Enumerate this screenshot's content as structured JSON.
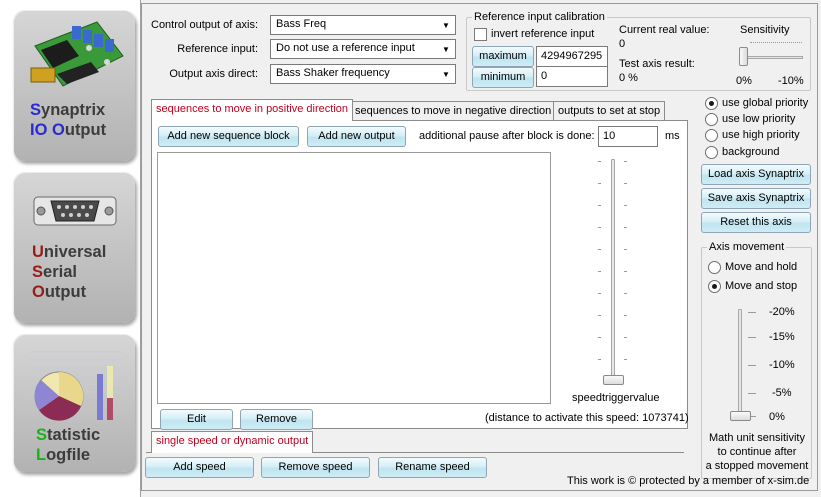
{
  "nav": {
    "synaptrix": {
      "l1_initial": "S",
      "l1_rest": "ynaptrix",
      "l2_initial": "IO",
      "l2_mid": " ",
      "l2_initial2": "O",
      "l2_rest": "utput"
    },
    "serial": {
      "l1_initial": "U",
      "l1_rest": "niversal",
      "l2_initial": "S",
      "l2_rest": "erial",
      "l3_initial": "O",
      "l3_rest": "utput"
    },
    "logfile": {
      "l1_initial": "S",
      "l1_rest": "tatistic",
      "l2_initial": "L",
      "l2_rest": "ogfile"
    }
  },
  "axis": {
    "control_label": "Control output of axis:",
    "control_value": "Bass Freq",
    "reference_label": "Reference input:",
    "reference_value": "Do not use a reference input",
    "direct_label": "Output axis direct:",
    "direct_value": "Bass Shaker frequency"
  },
  "calibration": {
    "title": "Reference input calibration",
    "invert_label": "invert reference input",
    "maximum_button": "maximum",
    "maximum_value": "4294967295",
    "minimum_button": "minimum",
    "minimum_value": "0",
    "current_label": "Current real value:",
    "current_value": "0",
    "test_label": "Test axis result:",
    "test_value": "0 %",
    "sensitivity_label": "Sensitivity",
    "sens_left": "0%",
    "sens_right": "-10%"
  },
  "tabs": {
    "positive": "sequences to move in positive direction",
    "negative": "sequences to move in negative direction",
    "stop": "outputs to set at stop"
  },
  "sequence": {
    "add_block": "Add new sequence block",
    "add_output": "Add new output",
    "pause_label": "additional pause after block is done:",
    "pause_value": "10",
    "pause_unit": "ms",
    "speed_label": "speedtriggervalue",
    "edit": "Edit",
    "remove": "Remove",
    "distance": "(distance to activate this speed: 1073741)"
  },
  "speed_tab": "single speed or dynamic output",
  "speed_buttons": {
    "add": "Add speed",
    "remove": "Remove speed",
    "rename": "Rename speed"
  },
  "priority": {
    "global": "use global priority",
    "low": "use low priority",
    "high": "use high priority",
    "background": "background",
    "selected": "global"
  },
  "axis_buttons": {
    "load": "Load axis Synaptrix",
    "save": "Save axis Synaptrix",
    "reset": "Reset this axis"
  },
  "movement": {
    "title": "Axis movement",
    "hold": "Move and hold",
    "stop": "Move and stop",
    "selected": "stop",
    "scale": [
      "-20%",
      "-15%",
      "-10%",
      "-5%",
      "0%"
    ],
    "note_l1": "Math unit sensitivity",
    "note_l2": "to continue after",
    "note_l3": "a stopped movement"
  },
  "footer": "This work is © protected by a member of x-sim.de",
  "colors": {
    "accent_red": "#c0001e",
    "initial_blue": "#2a2ad6",
    "initial_red": "#9b1b1b",
    "initial_green": "#17b317"
  },
  "icons": {
    "synaptrix": "circuit-board-icon",
    "serial": "db9-connector-icon",
    "logfile": "pie-chart-icon"
  }
}
